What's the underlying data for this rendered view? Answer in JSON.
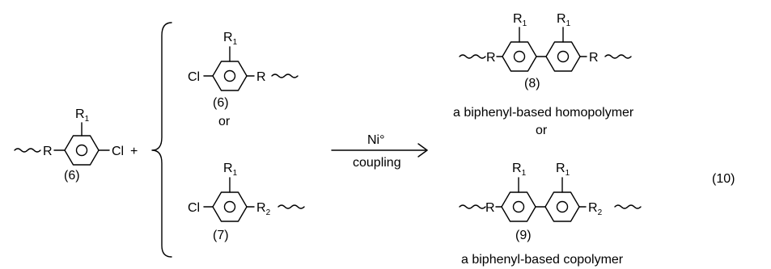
{
  "reactant_left": {
    "r_label": "R",
    "r1_label": "R",
    "r1_sub": "1",
    "cl_label": "Cl",
    "plus": "+",
    "compound_number": "(6)"
  },
  "option_a": {
    "cl_label": "Cl",
    "r_label": "R",
    "r1_label": "R",
    "r1_sub": "1",
    "compound_number": "(6)"
  },
  "option_separator": "or",
  "option_b": {
    "cl_label": "Cl",
    "r_label": "R",
    "r_sub": "2",
    "r1_label": "R",
    "r1_sub": "1",
    "compound_number": "(7)"
  },
  "arrow": {
    "reagent": "Ni°",
    "condition": "coupling"
  },
  "product_homopolymer": {
    "r_left": "R",
    "r_right": "R",
    "r1_label": "R",
    "r1_sub": "1",
    "compound_number": "(8)",
    "description": "a biphenyl-based homopolymer"
  },
  "product_separator": "or",
  "product_copolymer": {
    "r_left": "R",
    "r_right": "R",
    "r_right_sub": "2",
    "r1_label": "R",
    "r1_sub": "1",
    "compound_number": "(9)",
    "description": "a biphenyl-based copolymer"
  },
  "equation_number": "(10)"
}
